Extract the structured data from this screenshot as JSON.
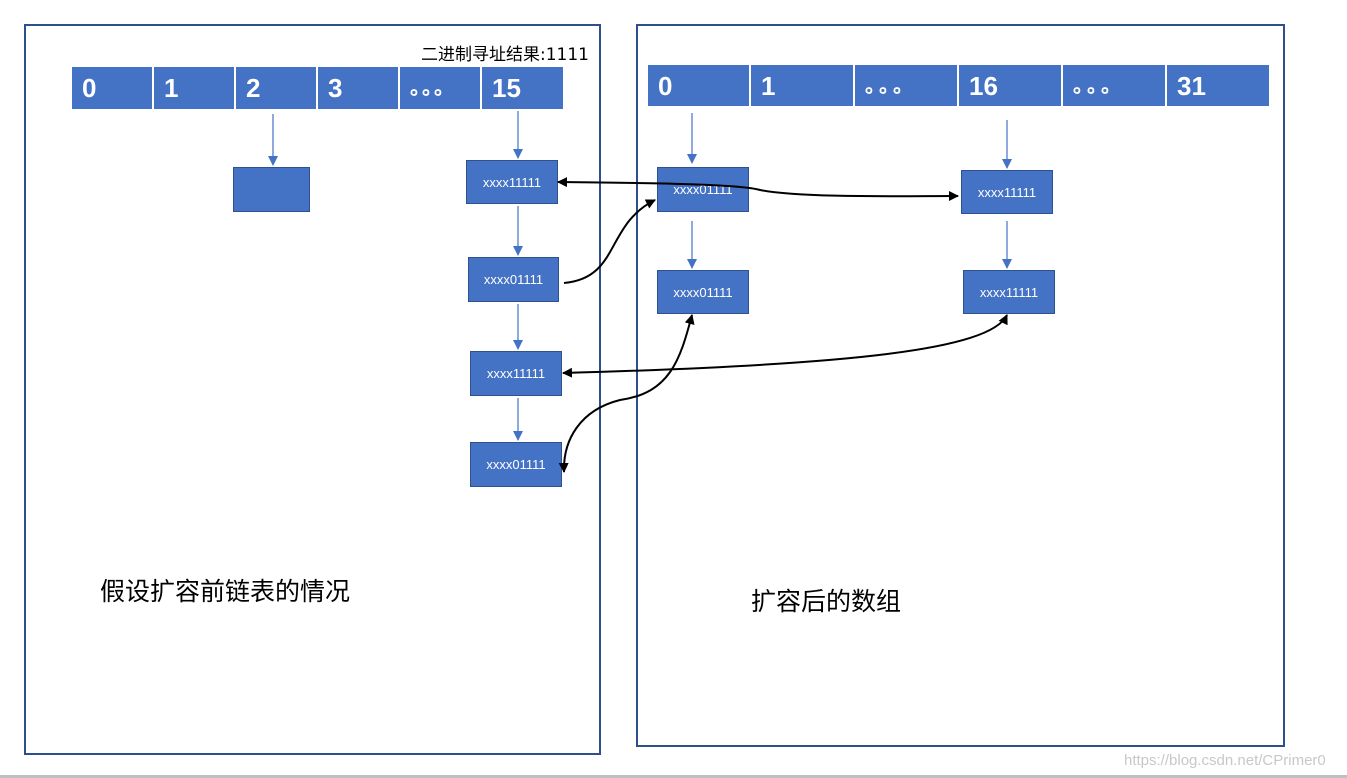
{
  "left_panel": {
    "binary_label": "二进制寻址结果:1111",
    "cells": [
      "0",
      "1",
      "2",
      "3",
      "。。。",
      "15"
    ],
    "nodes": {
      "bucket2_node": "",
      "n1": "xxxx11111",
      "n2": "xxxx01111",
      "n3": "xxxx11111",
      "n4": "xxxx01111"
    },
    "caption": "假设扩容前链表的情况"
  },
  "right_panel": {
    "cells": [
      "0",
      "1",
      "。。。",
      "16",
      "。。。",
      "31"
    ],
    "nodes": {
      "a1": "xxxx01111",
      "a2": "xxxx01111",
      "b1": "xxxx11111",
      "b2": "xxxx11111"
    },
    "caption": "扩容后的数组"
  },
  "watermark": "https://blog.csdn.net/CPrimer0",
  "colors": {
    "cell_fill": "#4472c4",
    "node_border": "#2f528f",
    "panel_border": "#2f4f8c",
    "arrow_blue": "#4472c4",
    "arrow_black": "#000000"
  }
}
